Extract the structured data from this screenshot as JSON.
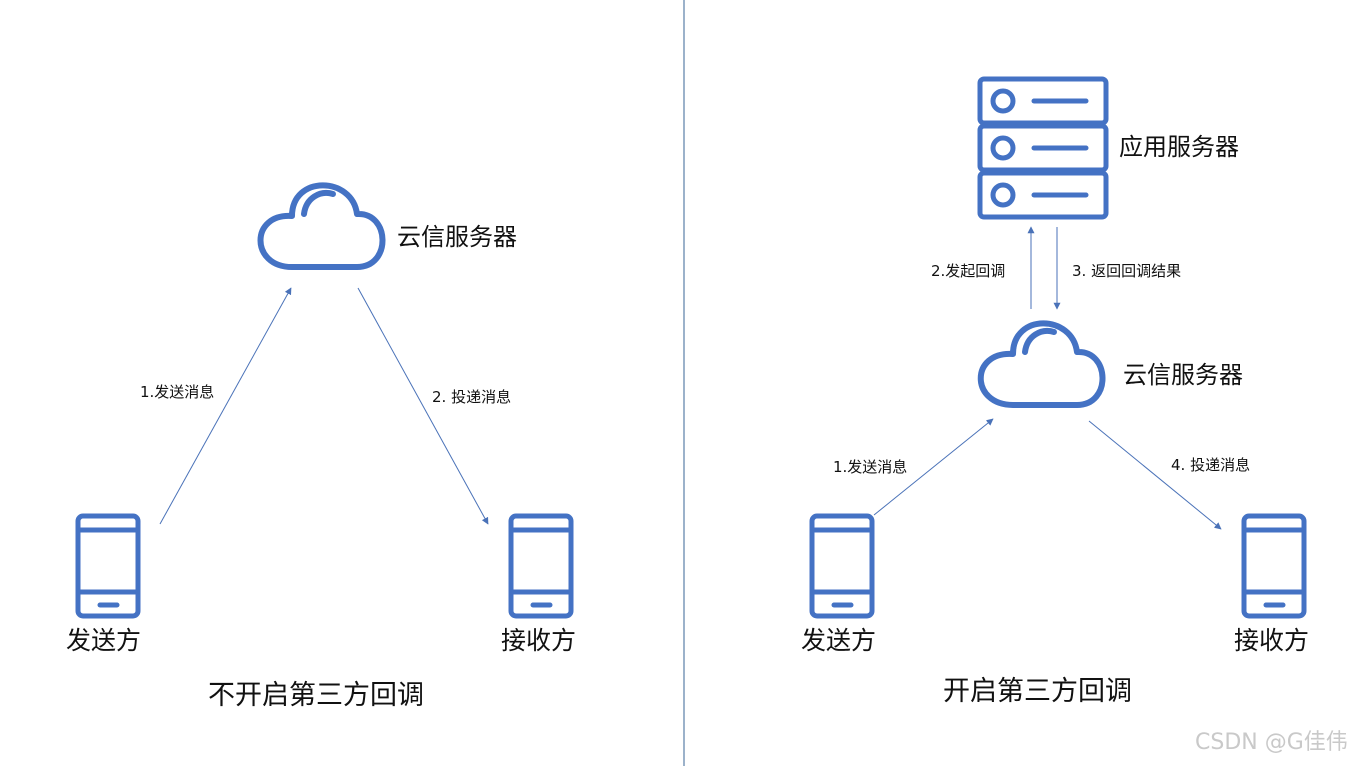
{
  "left_panel": {
    "title": "不开启第三方回调",
    "cloud_label": "云信服务器",
    "sender_label": "发送方",
    "receiver_label": "接收方",
    "arrow_send_label": "1.发送消息",
    "arrow_deliver_label": "2. 投递消息"
  },
  "right_panel": {
    "title": "开启第三方回调",
    "app_server_label": "应用服务器",
    "cloud_label": "云信服务器",
    "sender_label": "发送方",
    "receiver_label": "接收方",
    "arrow_callback_label": "2.发起回调",
    "arrow_return_label": "3. 返回回调结果",
    "arrow_send_label": "1.发送消息",
    "arrow_deliver_label": "4. 投递消息"
  },
  "watermark": "CSDN @G佳伟",
  "colors": {
    "icon_blue": "#4472c4",
    "arrow_blue": "#4a72b8",
    "divider": "#5a7fa8"
  },
  "icons": [
    "cloud-icon",
    "phone-icon",
    "server-stack-icon"
  ]
}
